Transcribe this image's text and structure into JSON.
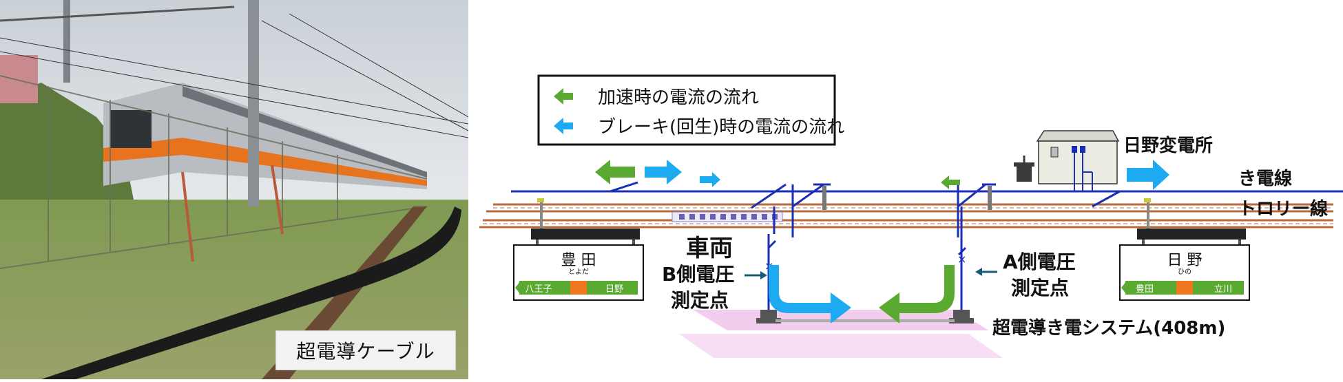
{
  "photo": {
    "caption": "超電導ケーブル"
  },
  "legend": {
    "accel": "加速時の電流の流れ",
    "regen": "ブレーキ(回生)時の電流の流れ"
  },
  "labels": {
    "substation": "日野変電所",
    "feeder": "き電線",
    "trolley": "トロリー線",
    "vehicle": "車両",
    "measure_b_line1": "B側電圧",
    "measure_b_line2": "測定点",
    "measure_a_line1": "A側電圧",
    "measure_a_line2": "測定点",
    "system": "超電導き電システム(408m)"
  },
  "station_left": {
    "name": "豊 田",
    "kana": "とよだ",
    "prev": "八王子",
    "next": "日野"
  },
  "station_right": {
    "name": "日 野",
    "kana": "ひの",
    "prev": "豊田",
    "next": "立川"
  },
  "colors": {
    "accel_green": "#5aaa32",
    "regen_blue": "#1eaaf0",
    "wire_blue": "#1a2fb4",
    "rail_brown": "#b86a3a",
    "station_green": "#5aaa32",
    "station_orange": "#f07820",
    "pink_area": "#f2c8ec"
  }
}
